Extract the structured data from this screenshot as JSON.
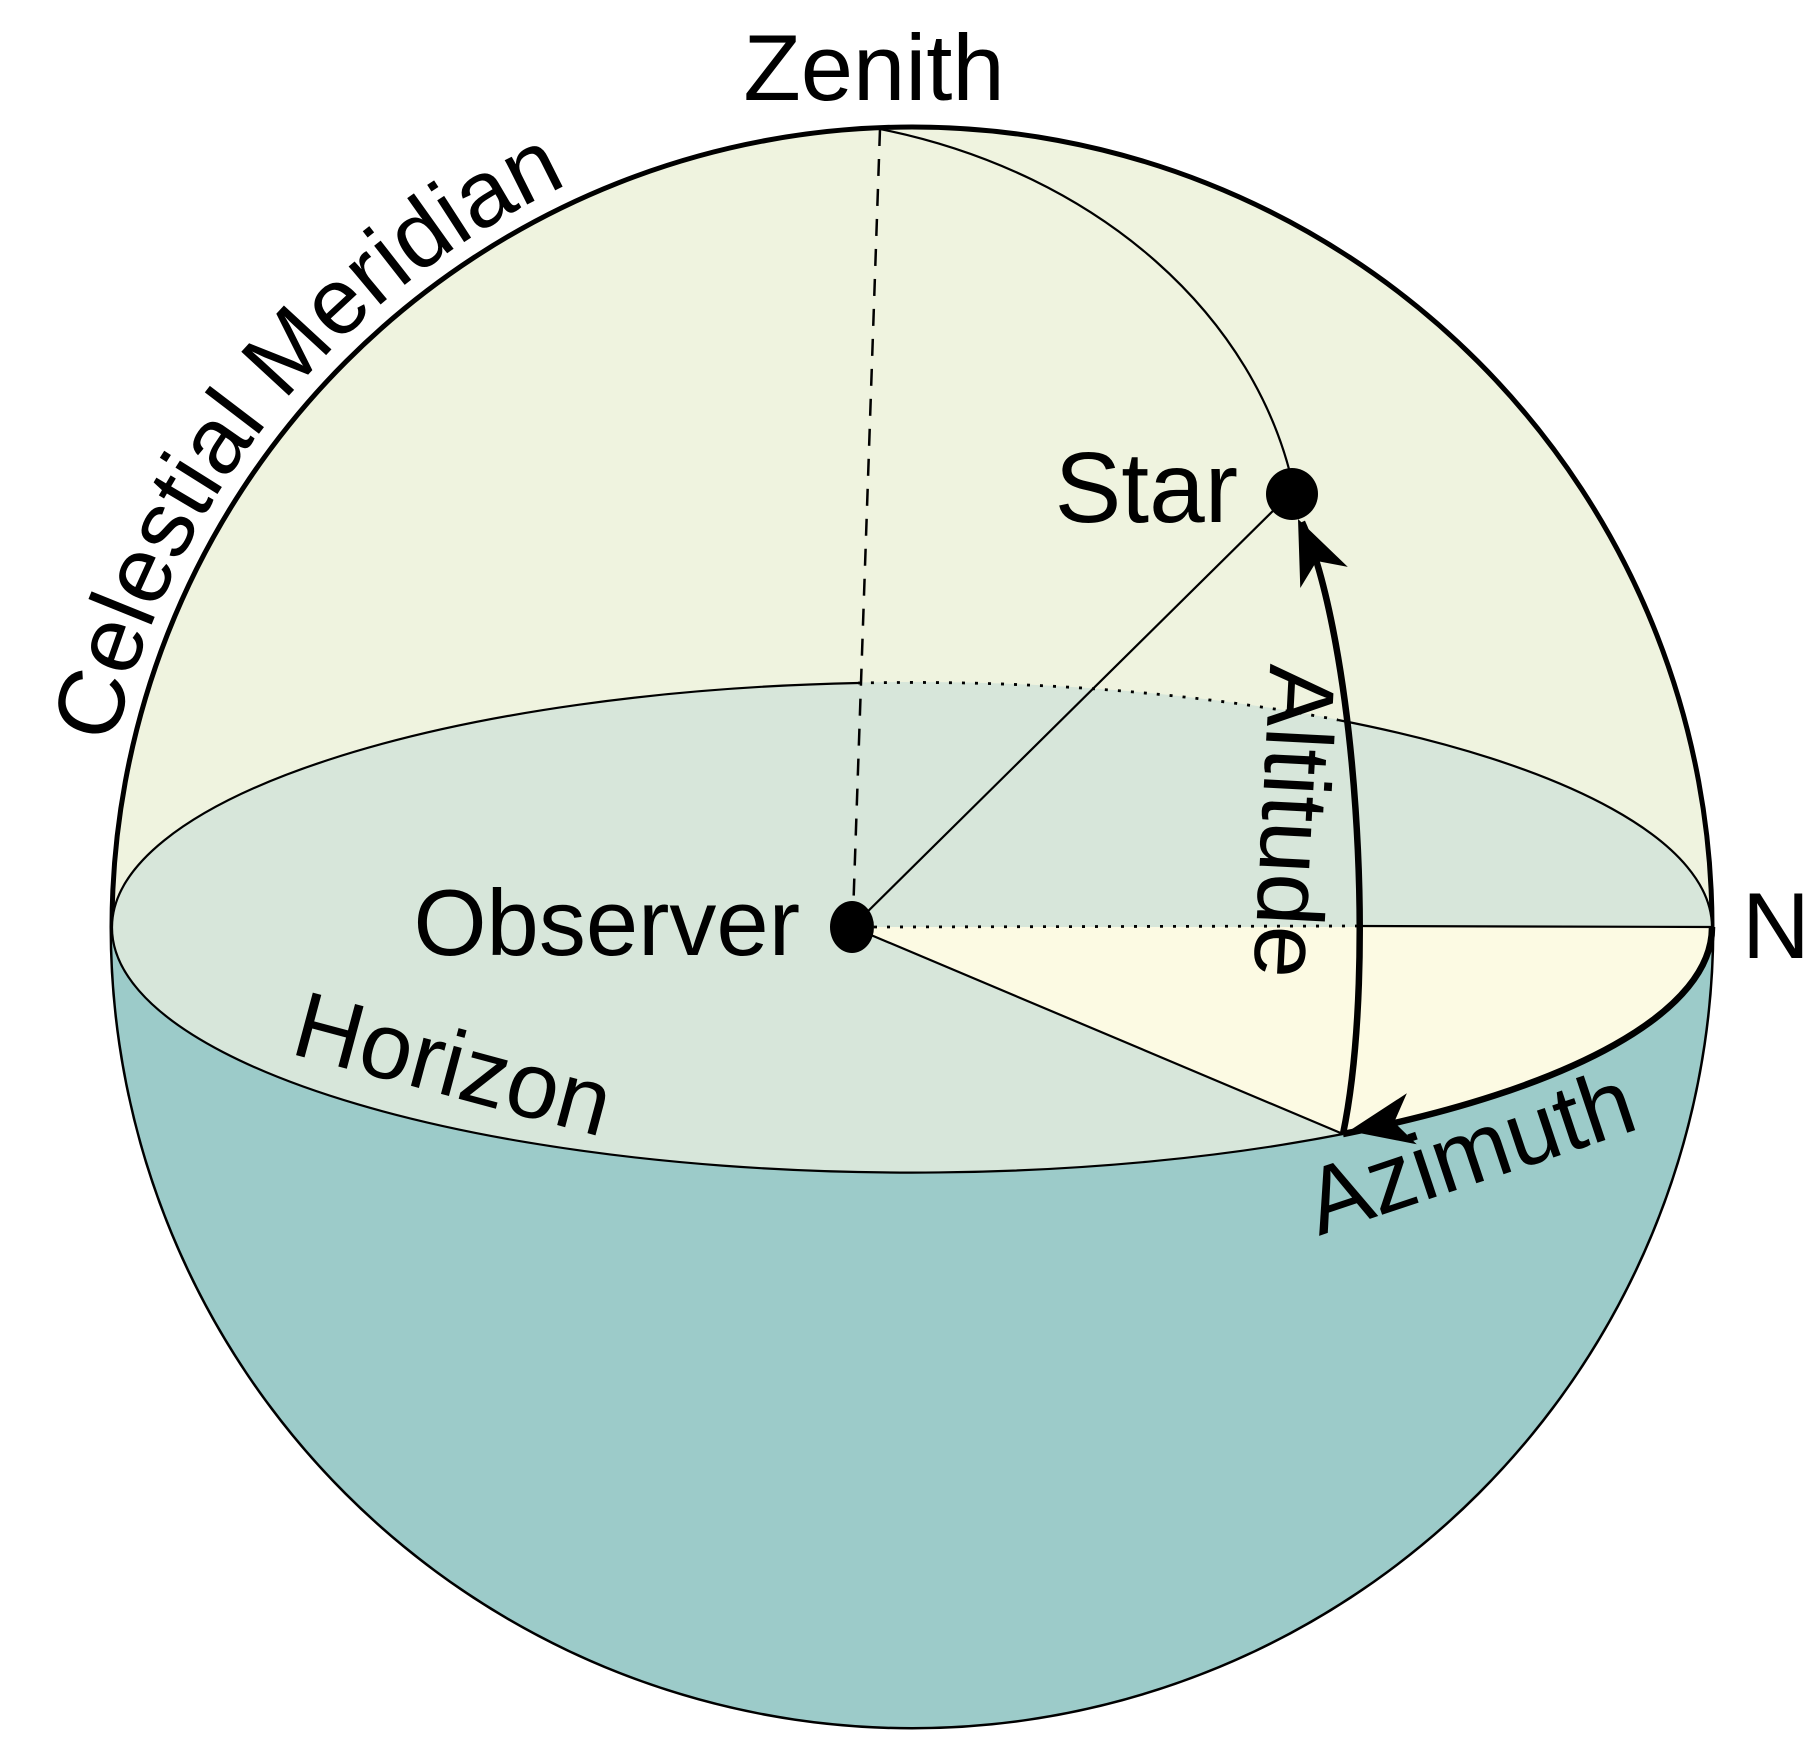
{
  "diagram": {
    "type": "celestial-sphere-horizontal-coordinates",
    "labels": {
      "zenith": "Zenith",
      "celestial_meridian": "Celestial Meridian",
      "star": "Star",
      "observer": "Observer",
      "horizon": "Horizon",
      "altitude": "Altitude",
      "azimuth": "Azimuth",
      "north": "N"
    },
    "colors": {
      "upper_hemisphere": "#EFF3DF",
      "horizon_disk": "#D7E6DA",
      "azimuth_sector": "#FCFAE3",
      "lower_hemisphere": "#9CCBC9",
      "line": "#000000",
      "background": "#FFFFFF"
    }
  }
}
